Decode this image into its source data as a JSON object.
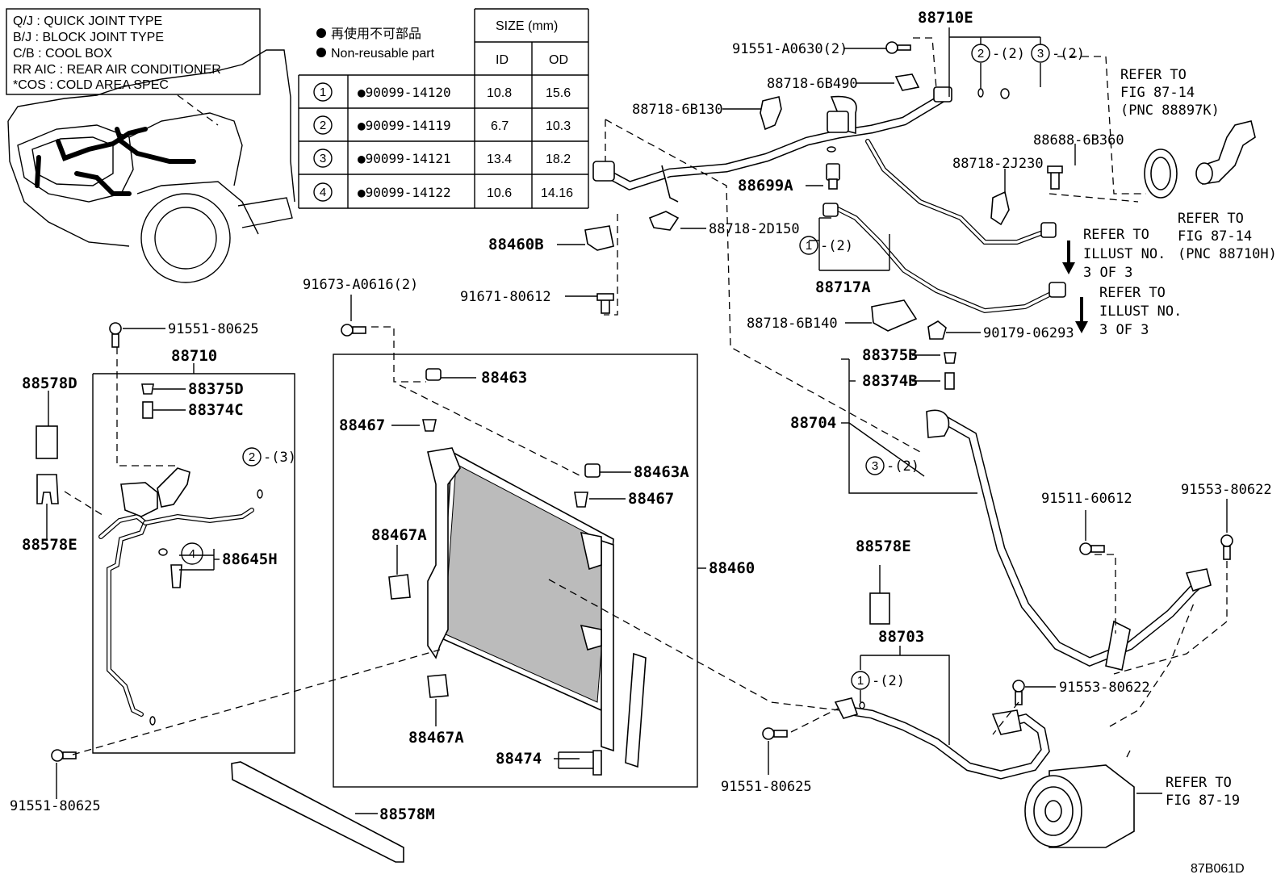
{
  "legend": {
    "lines": [
      "Q/J  :  QUICK JOINT TYPE",
      "B/J  :  BLOCK JOINT TYPE",
      "C/B  :  COOL BOX",
      "RR AIC  :  REAR AIR CONDITIONER",
      "*COS  :  COLD AREA SPEC"
    ]
  },
  "note": {
    "jp": "再使用不可部品",
    "en": "Non-reusable part"
  },
  "size_table": {
    "header": "SIZE (mm)",
    "col_id": "ID",
    "col_od": "OD",
    "rows": [
      {
        "num": "1",
        "part": "●90099-14120",
        "id": "10.8",
        "od": "15.6"
      },
      {
        "num": "2",
        "part": "●90099-14119",
        "id": "6.7",
        "od": "10.3"
      },
      {
        "num": "3",
        "part": "●90099-14121",
        "id": "13.4",
        "od": "18.2"
      },
      {
        "num": "4",
        "part": "●90099-14122",
        "id": "10.6",
        "od": "14.16"
      }
    ]
  },
  "labels": {
    "p88710E": "88710E",
    "p91551_A0630": "91551-A0630(2)",
    "p88718_6B490": "88718-6B490",
    "p88718_6B130": "88718-6B130",
    "p88688_6B360": "88688-6B360",
    "p88718_2J230": "88718-2J230",
    "p88699A": "88699A",
    "p88718_2D150": "88718-2D150",
    "p88460B": "88460B",
    "p88717A": "88717A",
    "p91671_80612": "91671-80612",
    "p91673_A0616": "91673-A0616(2)",
    "p88718_6B140": "88718-6B140",
    "p90179_06293": "90179-06293",
    "p91551_80625_top": "91551-80625",
    "p88710": "88710",
    "p88578D": "88578D",
    "p88375D": "88375D",
    "p88374C": "88374C",
    "p88578E_left": "88578E",
    "p88645H": "88645H",
    "p88463": "88463",
    "p88467_a": "88467",
    "p88463A": "88463A",
    "p88467_b": "88467",
    "p88467A_a": "88467A",
    "p88460": "88460",
    "p88467A_b": "88467A",
    "p88474": "88474",
    "p88578M": "88578M",
    "p91551_80625_left": "91551-80625",
    "p88375B": "88375B",
    "p88374B": "88374B",
    "p88704": "88704",
    "p91511_60612": "91511-60612",
    "p91553_80622_a": "91553-80622",
    "p88578E_right": "88578E",
    "p88703": "88703",
    "p91553_80622_b": "91553-80622",
    "p91551_80625_bottom": "91551-80625",
    "diagram_code": "87B061D"
  },
  "qty": {
    "q_2_2": "-(2)",
    "q_3_2": "-(2)",
    "q_1_2_a": "-(2)",
    "q_2_3": "-(3)",
    "q_3_2_b": "-(2)",
    "q_1_2_b": "-(2)"
  },
  "refs": {
    "r1": [
      "REFER TO",
      "FIG 87-14",
      "(PNC 88897K)"
    ],
    "r2": [
      "REFER TO",
      "FIG 87-14",
      "(PNC 88710H)"
    ],
    "r3": [
      "REFER TO",
      "ILLUST NO.",
      "3 OF 3"
    ],
    "r4": [
      "REFER TO",
      "ILLUST NO.",
      "3 OF 3"
    ],
    "r5": [
      "REFER TO",
      "FIG 87-19"
    ]
  }
}
